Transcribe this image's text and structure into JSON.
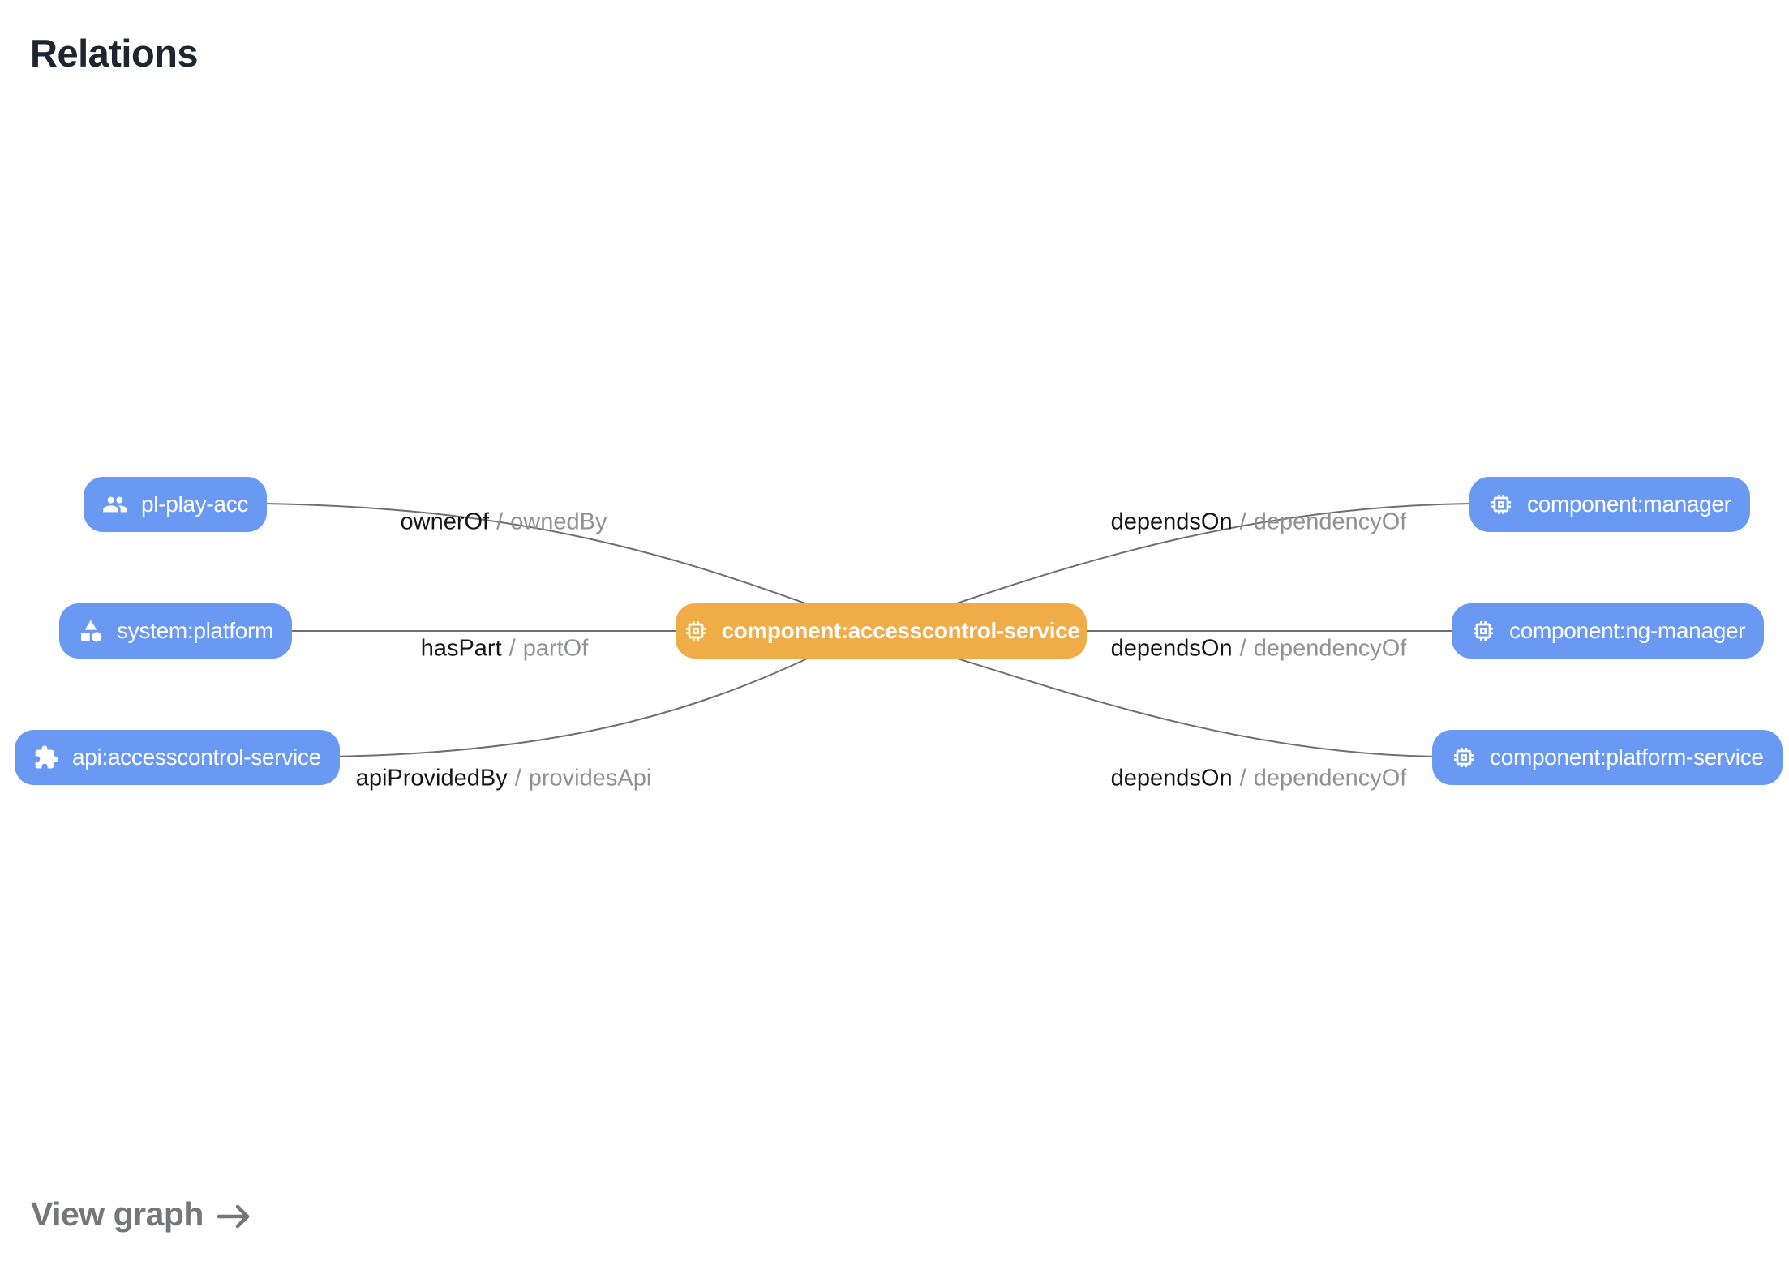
{
  "title": "Relations",
  "colors": {
    "node_blue": "#6999F3",
    "node_orange": "#F0AC47",
    "node_text": "#FFFFFF",
    "edge_line": "#6F6F6F",
    "relation_primary": "#151515",
    "relation_secondary": "#8F9192",
    "title_text": "#1F252E",
    "footer_text": "#74767B",
    "background": "#FFFFFF"
  },
  "graph": {
    "label_separator": "/",
    "nodes": [
      {
        "id": "pl-play-acc",
        "label": "pl-play-acc",
        "icon": "group-icon",
        "variant": "blue"
      },
      {
        "id": "system-platform",
        "label": "system:platform",
        "icon": "shapes-icon",
        "variant": "blue"
      },
      {
        "id": "api-accesscontrol-service",
        "label": "api:accesscontrol-service",
        "icon": "puzzle-icon",
        "variant": "blue"
      },
      {
        "id": "component-accesscontrol-service",
        "label": "component:accesscontrol-service",
        "icon": "chip-icon",
        "variant": "orange"
      },
      {
        "id": "component-manager",
        "label": "component:manager",
        "icon": "chip-icon",
        "variant": "blue"
      },
      {
        "id": "component-ng-manager",
        "label": "component:ng-manager",
        "icon": "chip-icon",
        "variant": "blue"
      },
      {
        "id": "component-platform-service",
        "label": "component:platform-service",
        "icon": "chip-icon",
        "variant": "blue"
      }
    ],
    "edges": [
      {
        "id": "owner",
        "from": "pl-play-acc",
        "to": "component-accesscontrol-service",
        "relation": "ownerOf",
        "reverse_relation": "ownedBy"
      },
      {
        "id": "haspart",
        "from": "system-platform",
        "to": "component-accesscontrol-service",
        "relation": "hasPart",
        "reverse_relation": "partOf"
      },
      {
        "id": "api",
        "from": "api-accesscontrol-service",
        "to": "component-accesscontrol-service",
        "relation": "apiProvidedBy",
        "reverse_relation": "providesApi"
      },
      {
        "id": "dep1",
        "from": "component-accesscontrol-service",
        "to": "component-manager",
        "relation": "dependsOn",
        "reverse_relation": "dependencyOf"
      },
      {
        "id": "dep2",
        "from": "component-accesscontrol-service",
        "to": "component-ng-manager",
        "relation": "dependsOn",
        "reverse_relation": "dependencyOf"
      },
      {
        "id": "dep3",
        "from": "component-accesscontrol-service",
        "to": "component-platform-service",
        "relation": "dependsOn",
        "reverse_relation": "dependencyOf"
      }
    ]
  },
  "footer": {
    "label": "View graph",
    "arrow_icon": "arrow-right-icon"
  }
}
